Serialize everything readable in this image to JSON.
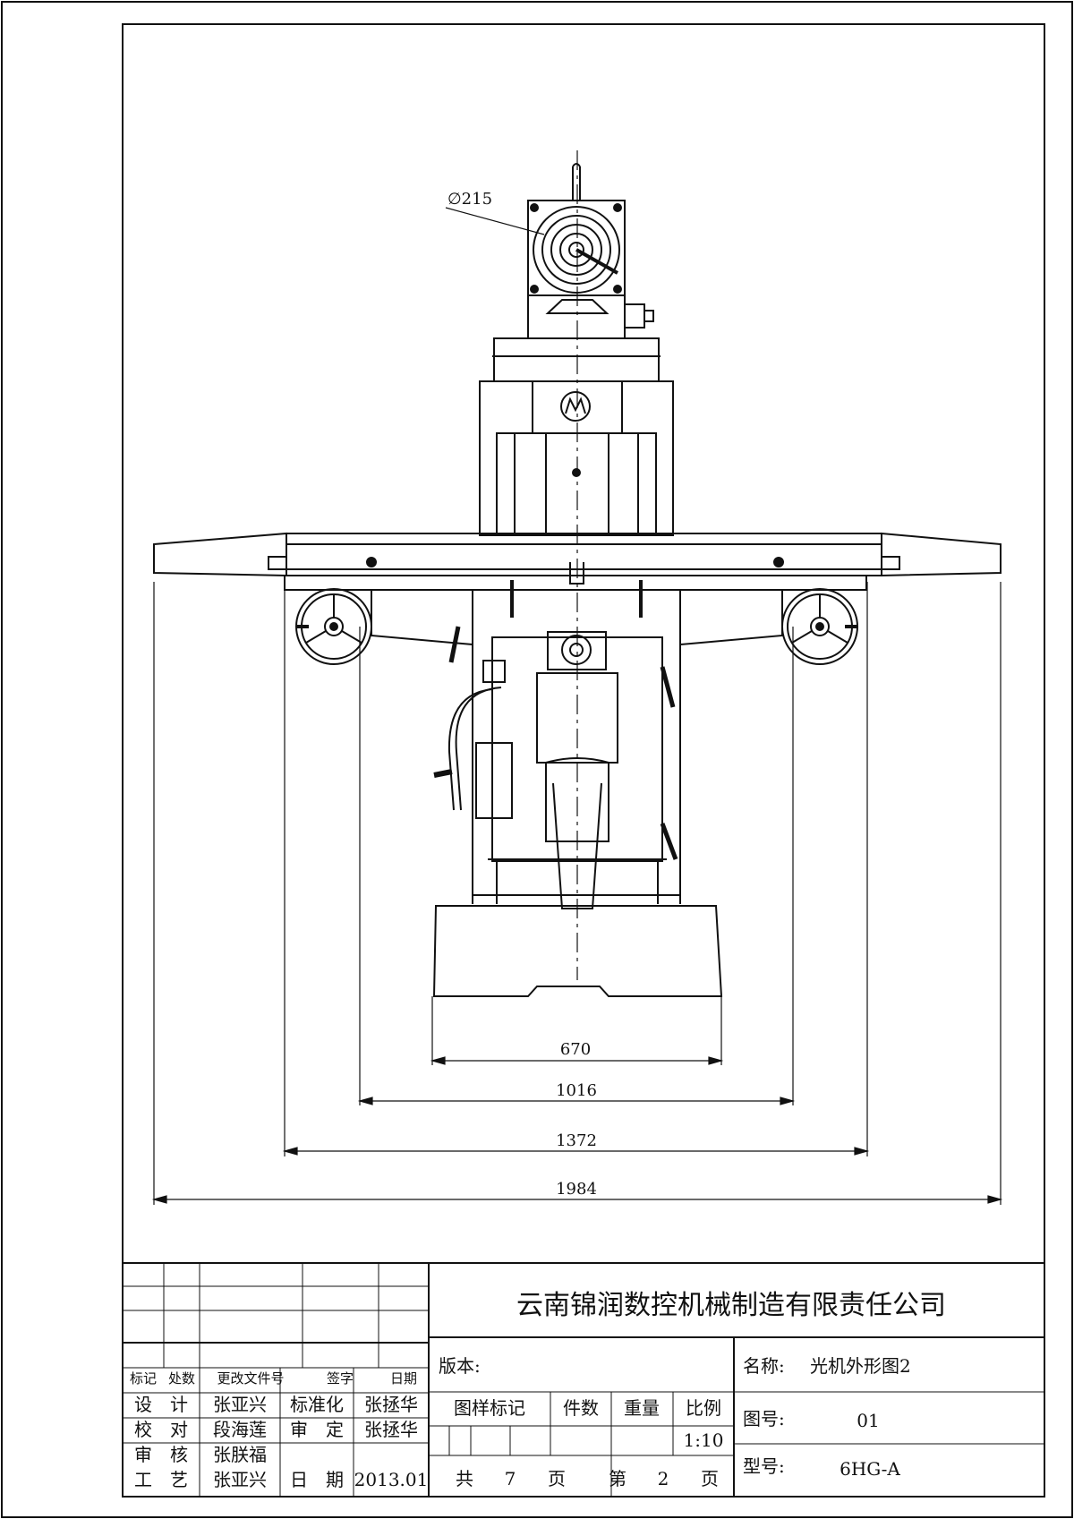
{
  "drawing": {
    "dimensions": {
      "diameter": "∅215",
      "base_width": "670",
      "saddle_width": "1016",
      "handwheel_span": "1372",
      "overall_width": "1984"
    }
  },
  "title_block": {
    "company": "云南锦润数控机械制造有限责任公司",
    "revision_headers": [
      "标记",
      "处数",
      "更改文件号",
      "签字",
      "日期"
    ],
    "signoffs": [
      {
        "role": "设　计",
        "name": "张亚兴"
      },
      {
        "role": "校　对",
        "name": "段海莲"
      },
      {
        "role": "审　核",
        "name": "张朕福"
      },
      {
        "role": "工　艺",
        "name": "张亚兴"
      }
    ],
    "approvals": [
      {
        "role": "标准化",
        "name": "张拯华"
      },
      {
        "role": "审　定",
        "name": "张拯华"
      },
      {
        "role": "日　期",
        "name": "2013.01"
      }
    ],
    "version_label": "版本:",
    "columns": {
      "mark": "图样标记",
      "count": "件数",
      "weight": "重量",
      "scale": "比例"
    },
    "scale": "1:10",
    "pages": {
      "total_label": "共",
      "total": "7",
      "page_unit": "页",
      "current_label": "第",
      "current": "2"
    },
    "name_label": "名称:",
    "name_value": "光机外形图2",
    "drawing_no_label": "图号:",
    "drawing_no": "01",
    "model_label": "型号:",
    "model": "6HG-A"
  }
}
